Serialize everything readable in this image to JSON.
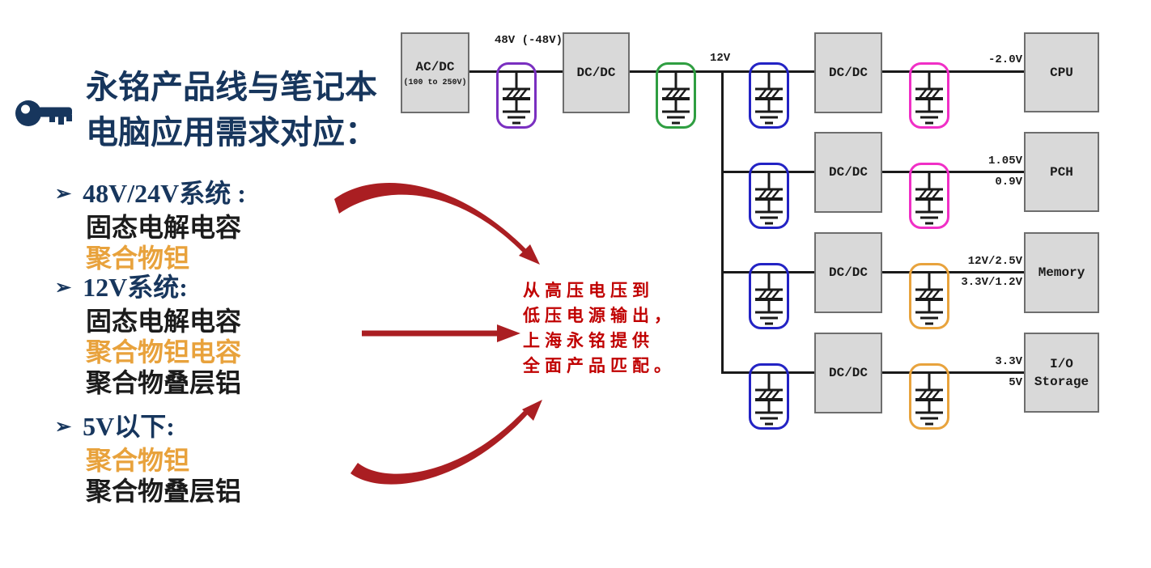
{
  "colors": {
    "title_navy": "#17365D",
    "body_dark": "#1B1B1B",
    "accent_orange": "#E8A23C",
    "callout_red": "#C00000",
    "arrow_red": "#AA1E22",
    "box_fill": "#D9D9D9",
    "box_border": "#6E6E6E",
    "wire_black": "#1A1A1A",
    "cap_hv_purple": "#7A2FC0",
    "cap_bus_green": "#2F9E41",
    "cap_input_blue": "#2323C4",
    "cap_output_magenta": "#F02FC6",
    "cap_output_orange": "#E8A33D"
  },
  "left_panel": {
    "key_icon": "key-icon",
    "title_line1": "永铭产品线与笔记本",
    "title_line2": "电脑应用需求对应：",
    "bullet_char": "➢",
    "groups": [
      {
        "header": "48V/24V系统 :",
        "items": [
          {
            "text": "固态电解电容",
            "tone": "dark"
          },
          {
            "text": "聚合物钽",
            "tone": "orange"
          }
        ]
      },
      {
        "header": "12V系统:",
        "items": [
          {
            "text": "固态电解电容",
            "tone": "dark"
          },
          {
            "text": "聚合物钽电容",
            "tone": "orange"
          },
          {
            "text": "聚合物叠层铝",
            "tone": "dark"
          }
        ]
      },
      {
        "header": "5V以下:",
        "items": [
          {
            "text": "聚合物钽",
            "tone": "orange"
          },
          {
            "text": "聚合物叠层铝",
            "tone": "dark"
          }
        ]
      }
    ]
  },
  "callout": {
    "line1": "从高压电压到",
    "line2": "低压电源输出，",
    "line3": "上海永铭提供",
    "line4": "全面产品匹配。"
  },
  "diagram": {
    "acdc_label": "AC/DC",
    "acdc_range": "(100 to 250V)",
    "hv_rail_label": "48V (-48V)",
    "front_dcdc_label": "DC/DC",
    "bus_label": "12V",
    "branches": [
      {
        "converter": "DC/DC",
        "rail_above": "-2.0V",
        "rail_below": "",
        "load_line1": "CPU",
        "load_line2": ""
      },
      {
        "converter": "DC/DC",
        "rail_above": "1.05V",
        "rail_below": "0.9V",
        "load_line1": "PCH",
        "load_line2": ""
      },
      {
        "converter": "DC/DC",
        "rail_above": "12V/2.5V",
        "rail_below": "3.3V/1.2V",
        "load_line1": "Memory",
        "load_line2": ""
      },
      {
        "converter": "DC/DC",
        "rail_above": "3.3V",
        "rail_below": "5V",
        "load_line1": "I/O",
        "load_line2": "Storage"
      }
    ]
  }
}
